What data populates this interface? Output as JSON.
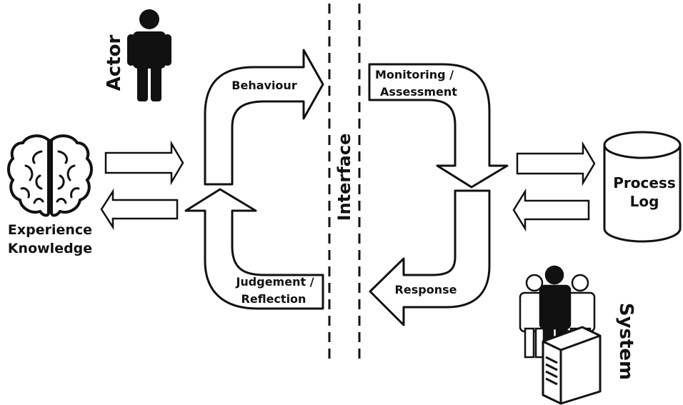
{
  "actor": {
    "label": "Actor"
  },
  "experience": {
    "line1": "Experience",
    "line2": "Knowledge"
  },
  "behaviour": {
    "label": "Behaviour"
  },
  "judgement": {
    "line1": "Judgement /",
    "line2": "Reflection"
  },
  "interface": {
    "label": "Interface"
  },
  "monitoring": {
    "line1": "Monitoring /",
    "line2": "Assessment"
  },
  "response": {
    "label": "Response"
  },
  "process_log": {
    "line1": "Process",
    "line2": "Log"
  },
  "system": {
    "label": "System"
  },
  "colors": {
    "stroke": "#111111",
    "fill": "#ffffff",
    "ink": "#111111"
  }
}
